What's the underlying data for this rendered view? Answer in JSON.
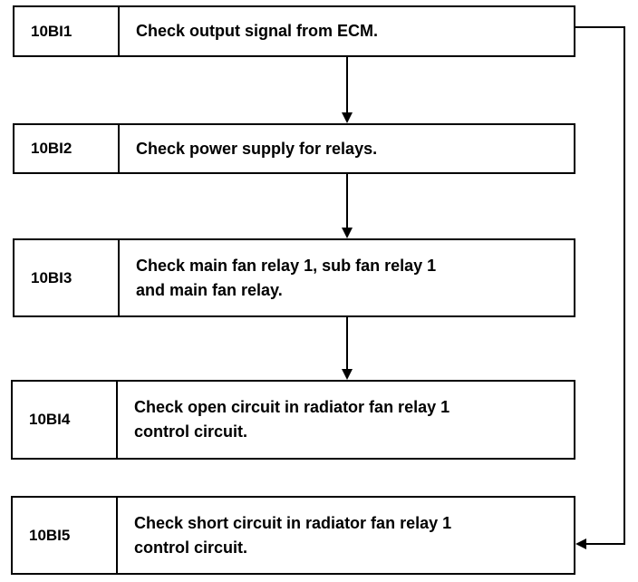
{
  "steps": [
    {
      "id": "10BI1",
      "text": "Check output signal from ECM."
    },
    {
      "id": "10BI2",
      "text": "Check power supply for relays."
    },
    {
      "id": "10BI3",
      "text": "Check main fan relay 1, sub fan relay 1\nand main fan relay."
    },
    {
      "id": "10BI4",
      "text": "Check open circuit in radiator fan relay 1\ncontrol circuit."
    },
    {
      "id": "10BI5",
      "text": "Check short circuit in radiator fan relay 1\ncontrol circuit."
    }
  ]
}
